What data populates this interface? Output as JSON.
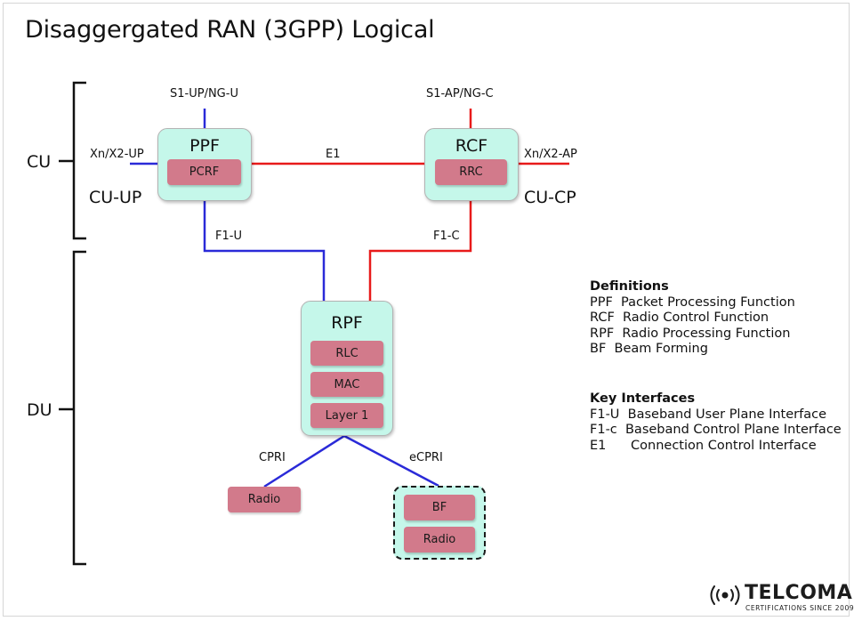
{
  "title": "Disaggergated RAN (3GPP) Logical",
  "colors": {
    "user_plane": "#2a2ad8",
    "control_plane": "#e81a1a",
    "node_fill": "#c5f7ea",
    "sub_fill": "#d27a8b"
  },
  "groups": {
    "cu": "CU",
    "du": "DU",
    "cu_up": "CU-UP",
    "cu_cp": "CU-CP"
  },
  "interfaces": {
    "s1_up": "S1-UP/NG-U",
    "s1_ap": "S1-AP/NG-C",
    "xn_up": "Xn/X2-UP",
    "xn_ap": "Xn/X2-AP",
    "e1": "E1",
    "f1_u": "F1-U",
    "f1_c": "F1-C",
    "cpri": "CPRI",
    "ecpri": "eCPRI"
  },
  "nodes": {
    "ppf": {
      "title": "PPF",
      "sub": "PCRF"
    },
    "rcf": {
      "title": "RCF",
      "sub": "RRC"
    },
    "rpf": {
      "title": "RPF",
      "subs": [
        "RLC",
        "MAC",
        "Layer 1"
      ]
    },
    "radio": "Radio",
    "bf_unit": {
      "subs": [
        "BF",
        "Radio"
      ]
    }
  },
  "definitions": {
    "heading": "Definitions",
    "items": [
      "PPF  Packet Processing Function",
      "RCF  Radio Control Function",
      "RPF  Radio Processing Function",
      "BF  Beam Forming"
    ]
  },
  "key_interfaces": {
    "heading": "Key Interfaces",
    "items": [
      "F1-U  Baseband User Plane Interface",
      "F1-c  Baseband Control Plane Interface",
      "E1      Connection Control Interface"
    ]
  },
  "logo": {
    "name": "TELCOMA",
    "tagline": "CERTIFICATIONS SINCE 2009",
    "icon": "radio-wave-icon"
  }
}
